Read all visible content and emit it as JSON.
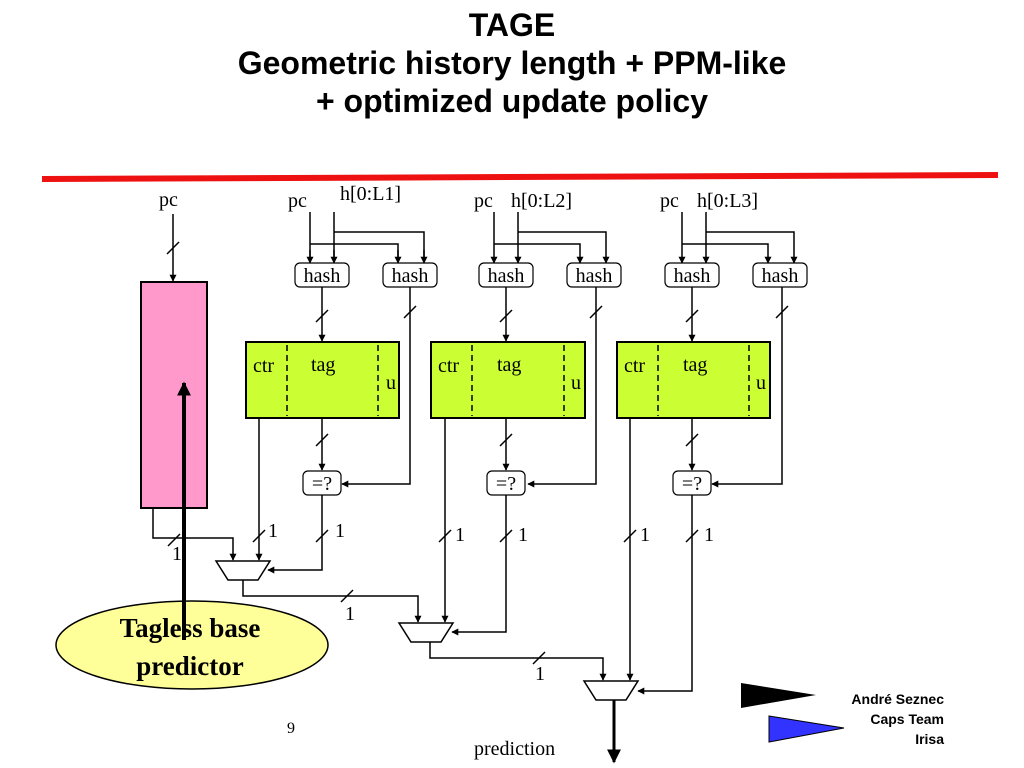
{
  "title": {
    "line1": "TAGE",
    "line2": "Geometric history length + PPM-like",
    "line3": "+ optimized update policy"
  },
  "colors": {
    "rule": "#ee1111",
    "base_predictor": "#ff99cc",
    "table": "#ccff33",
    "callout": "#ffff99",
    "blue_flag": "#3333ff"
  },
  "inputs": {
    "base_pc": "pc",
    "t1_pc": "pc",
    "t1_hist": "h[0:L1]",
    "t2_pc": "pc",
    "t2_hist": "h[0:L2]",
    "t3_pc": "pc",
    "t3_hist": "h[0:L3]"
  },
  "hash_label": "hash",
  "table_fields": {
    "ctr": "ctr",
    "tag": "tag",
    "u": "u"
  },
  "compare_label": "=?",
  "bit_width_label": "1",
  "output_label": "prediction",
  "callout_line1": "Tagless base",
  "callout_line2": "predictor",
  "page_number": "9",
  "author": {
    "name": "André Seznec",
    "team": "Caps Team",
    "org": "Irisa"
  }
}
